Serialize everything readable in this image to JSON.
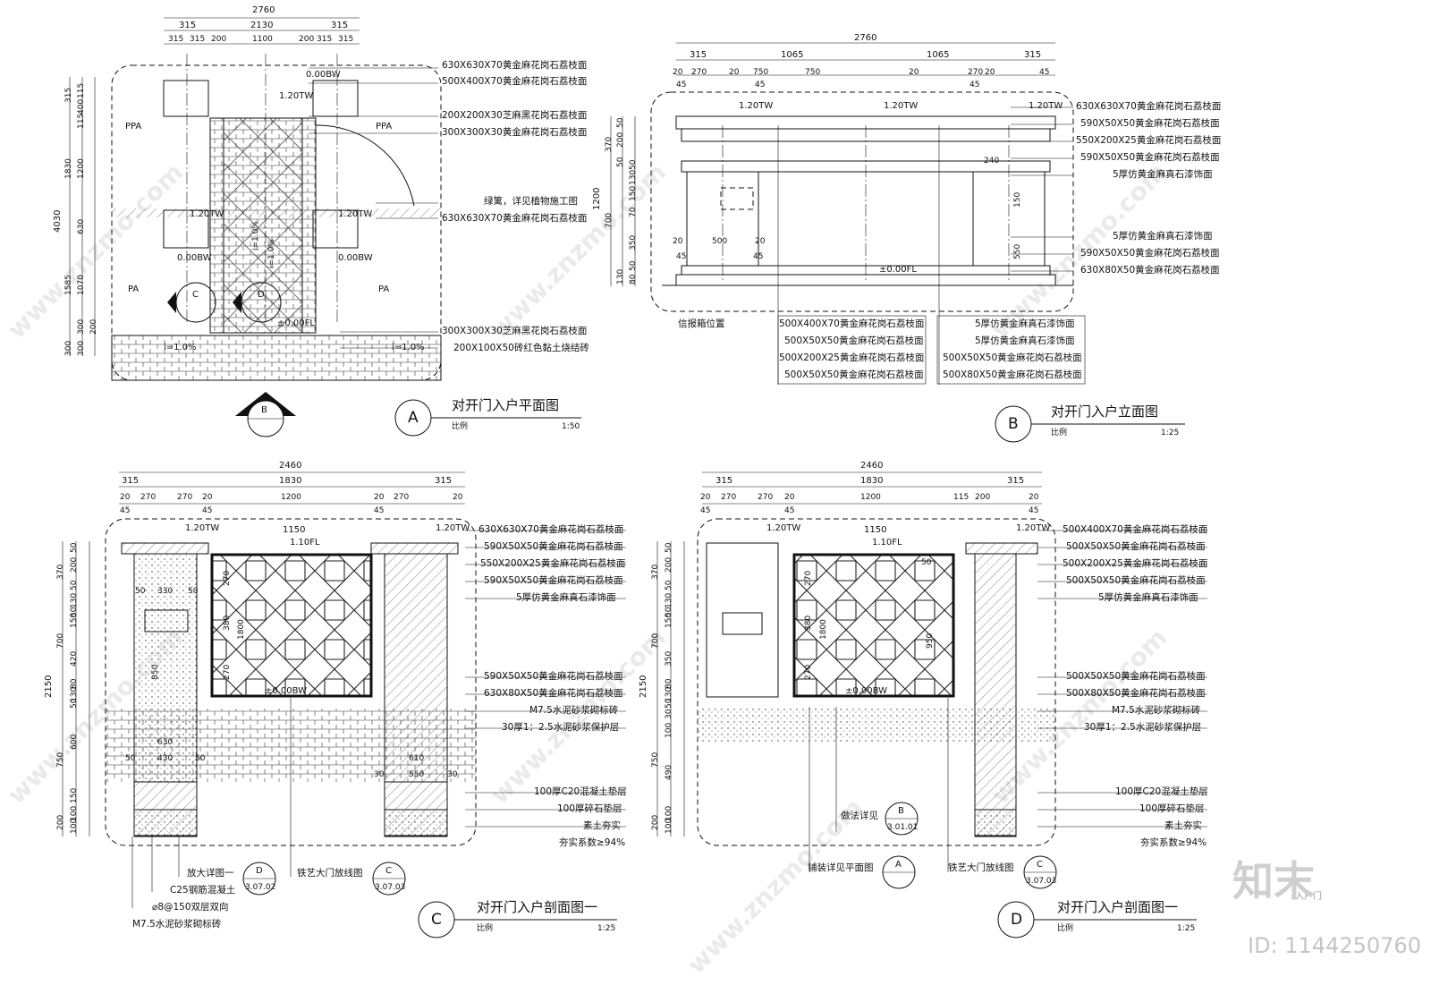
{
  "watermark": {
    "site": "www.znzmo.com",
    "logo": "知末",
    "id_label": "ID: 1144250760"
  },
  "drawings": {
    "A": {
      "mark": "A",
      "title": "对开门入户平面图",
      "scale_label": "比例",
      "scale": "1:50",
      "dims_top": [
        "2760",
        "315",
        "2130",
        "315",
        "315",
        "315",
        "200",
        "1100",
        "200",
        "315",
        "315"
      ],
      "dims_left": [
        "4030",
        "315",
        "115",
        "400",
        "115",
        "1830",
        "1200",
        "630",
        "1585",
        "1070",
        "300",
        "200",
        "300",
        "300"
      ],
      "levels": [
        "0.00BW",
        "1.20TW",
        "1.20TW",
        "1.20TW",
        "0.00BW",
        "0.00BW",
        "±0.00FL",
        "i=1.0%",
        "i=1.0%",
        "i=1.0%",
        "i=1.0%"
      ],
      "zones": [
        "PPA",
        "PPA",
        "PA",
        "PA"
      ],
      "section_marks": [
        "C",
        "D"
      ],
      "view_mark": "B",
      "notes": [
        "630X630X70黄金麻花岗石荔枝面",
        "500X400X70黄金麻花岗石荔枝面",
        "200X200X30芝麻黑花岗石荔枝面",
        "300X300X30黄金麻花岗石荔枝面",
        "绿篱，详见植物施工图",
        "630X630X70黄金麻花岗石荔枝面",
        "300X300X30芝麻黑花岗石荔枝面",
        "200X100X50砖红色黏土烧结砖"
      ]
    },
    "B": {
      "mark": "B",
      "title": "对开门入户立面图",
      "scale_label": "比例",
      "scale": "1:25",
      "dims_top": [
        "2760",
        "315",
        "1065",
        "1065",
        "315",
        "20",
        "270",
        "20",
        "750",
        "750",
        "20",
        "270",
        "20",
        "45",
        "45",
        "45",
        "45"
      ],
      "dims_left": [
        "1200",
        "370",
        "50",
        "200",
        "50",
        "70",
        "130",
        "50",
        "150",
        "700",
        "350",
        "130",
        "80",
        "50"
      ],
      "levels": [
        "1.20TW",
        "1.20TW",
        "1.20TW",
        "±0.00FL"
      ],
      "inner_dims": [
        "240",
        "150",
        "20",
        "500",
        "20",
        "45",
        "45",
        "550"
      ],
      "mailbox_label": "信报箱位置",
      "notes_right": [
        "630X630X70黄金麻花岗石荔枝面",
        "590X50X50黄金麻花岗石荔枝面",
        "550X200X25黄金麻花岗石荔枝面",
        "590X50X50黄金麻花岗石荔枝面",
        "5厚仿黄金麻真石漆饰面",
        "5厚仿黄金麻真石漆饰面",
        "590X50X50黄金麻花岗石荔枝面",
        "630X80X50黄金麻花岗石荔枝面"
      ],
      "notes_bottom_left": [
        "500X400X70黄金麻花岗石荔枝面",
        "500X50X50黄金麻花岗石荔枝面",
        "500X200X25黄金麻花岗石荔枝面",
        "500X50X50黄金麻花岗石荔枝面"
      ],
      "notes_bottom_right": [
        "5厚仿黄金麻真石漆饰面",
        "5厚仿黄金麻真石漆饰面",
        "500X50X50黄金麻花岗石荔枝面",
        "500X80X50黄金麻花岗石荔枝面"
      ]
    },
    "C": {
      "mark": "C",
      "title": "对开门入户剖面图一",
      "scale_label": "比例",
      "scale": "1:25",
      "dims_top": [
        "2460",
        "315",
        "1830",
        "315",
        "20",
        "270",
        "270",
        "20",
        "1200",
        "20",
        "270",
        "20",
        "45",
        "45",
        "45"
      ],
      "dims_left": [
        "2150",
        "370",
        "50",
        "200",
        "50",
        "130",
        "50",
        "150",
        "700",
        "420",
        "130",
        "80",
        "50",
        "750",
        "600",
        "150",
        "200",
        "100",
        "100"
      ],
      "levels": [
        "1.20TW",
        "1.20TW",
        "1.10FL",
        "±0.00BW"
      ],
      "inner_dims": [
        "1150",
        "50",
        "330",
        "50",
        "850",
        "630",
        "430",
        "50",
        "50",
        "270",
        "380",
        "1800",
        "270",
        "610",
        "550",
        "30",
        "30"
      ],
      "notes_right": [
        "630X630X70黄金麻花岗石荔枝面",
        "590X50X50黄金麻花岗石荔枝面",
        "550X200X25黄金麻花岗石荔枝面",
        "590X50X50黄金麻花岗石荔枝面",
        "5厚仿黄金麻真石漆饰面",
        "590X50X50黄金麻花岗石荔枝面",
        "630X80X50黄金麻花岗石荔枝面",
        "M7.5水泥砂浆砌标砖",
        "30厚1：2.5水泥砂浆保护层",
        "100厚C20混凝土垫层",
        "100厚碎石垫层",
        "素土夯实",
        "夯实系数≥94%"
      ],
      "notes_bottom": [
        "放大详图一",
        "C25钢筋混凝土",
        "⌀8@150双层双向",
        "M7.5水泥砂浆砌标砖",
        "铁艺大门放线图"
      ],
      "callouts": [
        {
          "letter": "D",
          "sheet": "3.07.02"
        },
        {
          "letter": "C",
          "sheet": "3.07.03"
        }
      ]
    },
    "D": {
      "mark": "D",
      "title": "对开门入户剖面图一",
      "scale_label": "比例",
      "scale": "1:25",
      "dims_top": [
        "2460",
        "315",
        "1830",
        "315",
        "20",
        "270",
        "270",
        "20",
        "1200",
        "115",
        "200",
        "20",
        "45",
        "45",
        "45"
      ],
      "dims_left": [
        "2150",
        "370",
        "50",
        "200",
        "50",
        "130",
        "50",
        "150",
        "700",
        "350",
        "130",
        "80",
        "50",
        "30",
        "100",
        "750",
        "490",
        "200",
        "100",
        "100"
      ],
      "levels": [
        "1.20TW",
        "1.20TW",
        "1.10FL",
        "±0.00BW"
      ],
      "inner_dims": [
        "1150",
        "50",
        "380",
        "1800",
        "270",
        "950",
        "270"
      ],
      "notes_right": [
        "500X400X70黄金麻花岗石荔枝面",
        "500X50X50黄金麻花岗石荔枝面",
        "500X200X25黄金麻花岗石荔枝面",
        "500X50X50黄金麻花岗石荔枝面",
        "5厚仿黄金麻真石漆饰面",
        "500X50X50黄金麻花岗石荔枝面",
        "500X80X50黄金麻花岗石荔枝面",
        "M7.5水泥砂浆砌标砖",
        "30厚1：2.5水泥砂浆保护层",
        "100厚C20混凝土垫层",
        "100厚碎石垫层",
        "素土夯实",
        "夯实系数≥94%"
      ],
      "notes_bottom": [
        "做法详见",
        "铺装详见平面图",
        "铁艺大门放线图"
      ],
      "callouts": [
        {
          "letter": "B",
          "sheet": "3.01.01"
        },
        {
          "letter": "A",
          "sheet": ""
        },
        {
          "letter": "C",
          "sheet": "3.07.03"
        }
      ],
      "corner_text": "入户门"
    }
  }
}
